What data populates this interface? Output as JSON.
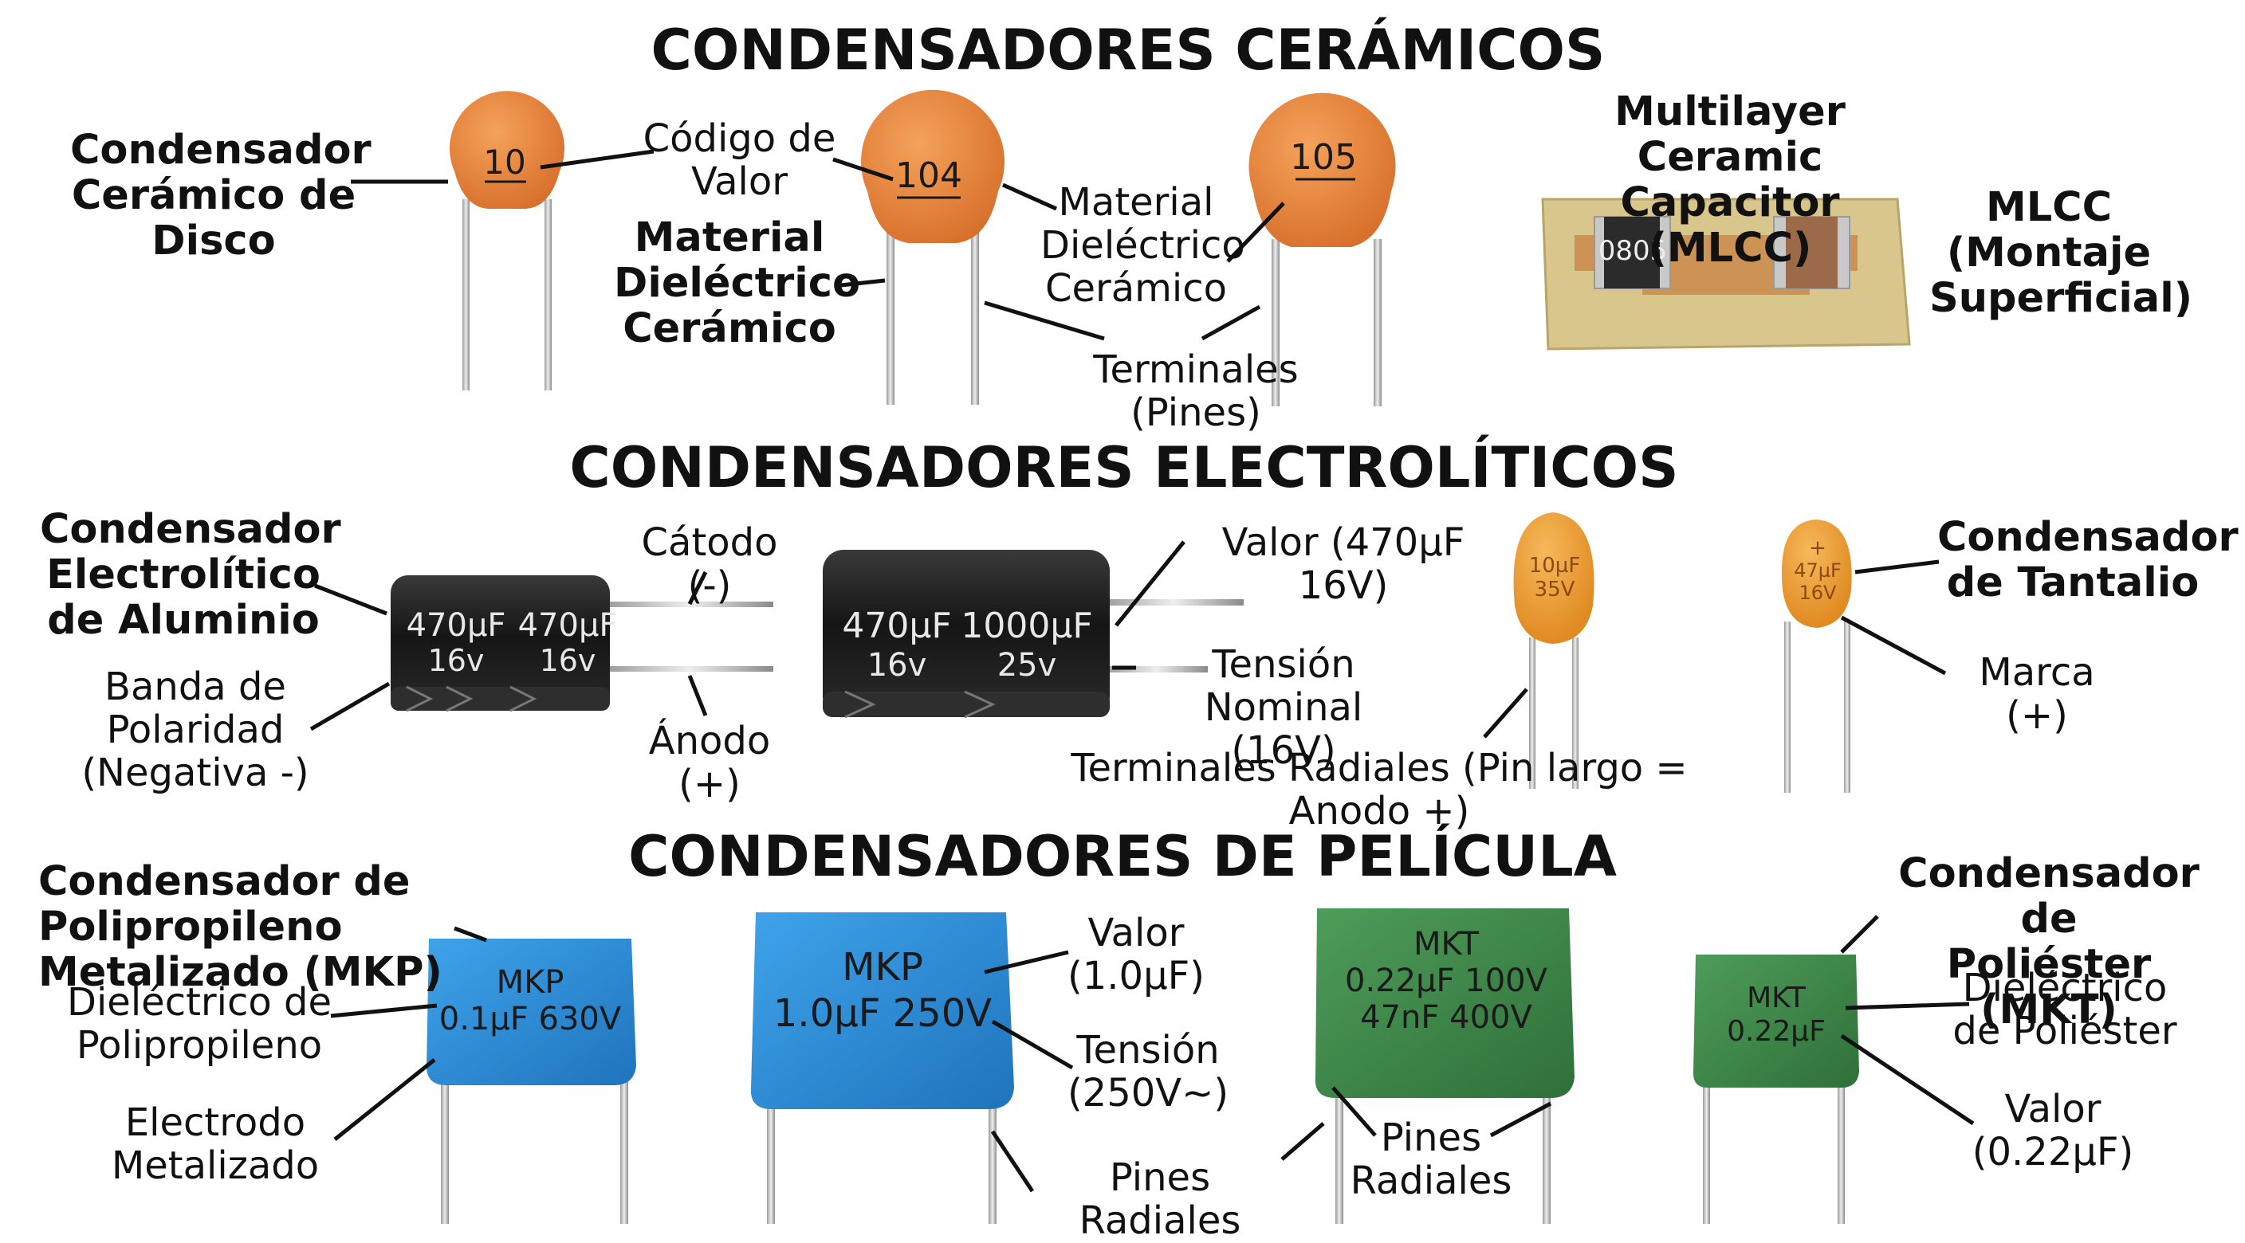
{
  "titles": {
    "ceramic": "CONDENSADORES CERÁMICOS",
    "electrolytic": "CONDENSADORES ELECTROLÍTICOS",
    "film": "CONDENSADORES DE PELÍCULA"
  },
  "ceramic": {
    "disc_label": "Condensador\nCerámico de\nDisco",
    "code_label": "Código de\nValor",
    "dielectric_left": "Material\nDieléctrico\nCerámico",
    "dielectric_right": "Material\nDieléctrico\nCerámico",
    "terminals": "Terminales (Pines)",
    "mlcc_title": "Multilayer Ceramic\nCapacitor (MLCC)",
    "mlcc_label": "MLCC\n(Montaje\nSuperficial)",
    "cap1_mark": "10",
    "cap2_mark": "104",
    "cap3_mark": "105",
    "mlcc_mark": "0805"
  },
  "electrolytic": {
    "aluminum_label": "Condensador\nElectrolítico\nde Aluminio",
    "polarity_label": "Banda de\nPolaridad\n(Negativa -)",
    "cathode": "Cátodo (-)",
    "anode": "Ánodo (+)",
    "value_label": "Valor (470µF 16V)",
    "voltage_label": "Tensión Nominal\n(16V)",
    "radial_label": "Terminales Radiales (Pin largo = Anodo +)",
    "tantalum_label": "Condensador\nde Tantalio",
    "mark_label": "Marca (+)",
    "cap1_cap_a": "470µF",
    "cap1_volt_a": "16v",
    "cap1_cap_b": "470µF",
    "cap1_volt_b": "16v",
    "cap2_cap_a": "470µF",
    "cap2_volt_a": "16v",
    "cap2_cap_b": "1000µF",
    "cap2_volt_b": "25v",
    "tant1_cap": "10µF",
    "tant1_volt": "35V",
    "tant2_plus": "+",
    "tant2_cap": "47µF",
    "tant2_volt": "16V"
  },
  "film": {
    "mkp_label": "Condensador de Polipropileno\nMetalizado (MKP)",
    "pp_dielectric": "Dieléctrico de\nPolipropileno",
    "electrode": "Electrodo\nMetalizado",
    "value_1": "Valor\n(1.0µF)",
    "voltage_1": "Tensión\n(250V~)",
    "radial_pins_1": "Pines Radiales",
    "radial_pins_2": "Pines\nRadiales",
    "mkt_label": "Condensador de\nPoliéster (MKT)",
    "polyester_dielectric": "Dieléctrico\nde Poliéster",
    "value_2": "Valor\n(0.22µF)",
    "mkp1_line1": "MKP",
    "mkp1_line2": "0.1µF 630V",
    "mkp2_line1": "MKP",
    "mkp2_line2": "1.0µF 250V",
    "mkt1_line1": "MKT",
    "mkt1_line2": "0.22µF 100V",
    "mkt1_line3": "47nF  400V",
    "mkt2_line1": "MKT",
    "mkt2_line2": "0.22µF"
  },
  "colors": {
    "ceramic_orange": "#e0823a",
    "ceramic_orange_light": "#f09a4c",
    "electrolytic_black": "#1b1b1b",
    "tantalum_orange": "#f0a13a",
    "mkp_blue": "#2f8fd6",
    "mkt_green": "#3f8a4c",
    "pcb_tan": "#d9c68c"
  }
}
